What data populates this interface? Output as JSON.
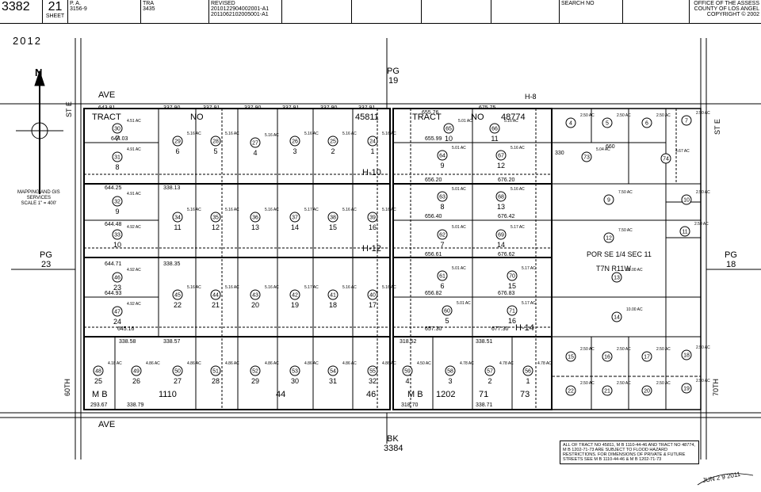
{
  "header": {
    "map_book": "3382",
    "sheet_no": "21",
    "sheet_label": "SHEET",
    "pa_label": "P. A.",
    "pa_value": "3156-9",
    "tra_label": "TRA",
    "tra_value": "3435",
    "revised_label": "REVISED",
    "revised_1": "20101229040020​01-A1",
    "revised_2": "20110621020050​01-A1",
    "search_label": "SEARCH NO",
    "office_1": "OFFICE OF THE ASSESS",
    "office_2": "COUNTY OF LOS ANGEL",
    "office_3": "COPYRIGHT © 2002"
  },
  "map": {
    "year_stamp": "2012",
    "mapping_1": "MAPPING AND GIS",
    "mapping_2": "SERVICES",
    "mapping_3": "SCALE 1\" = 400'",
    "north_arrow": "N",
    "pg_top": "PG",
    "pg_top_no": "19",
    "pg_left": "PG",
    "pg_left_no": "23",
    "pg_right": "PG",
    "pg_right_no": "18",
    "bk_label": "BK",
    "bk_no": "3384",
    "ave_top": "AVE",
    "ave_bottom": "AVE",
    "st_e_left": "ST E",
    "st_e_right": "ST E",
    "sixtieth": "60TH",
    "seventieth": "70TH",
    "tract_left": "TRACT",
    "no_left": "NO",
    "tract_left_no": "45811",
    "tract_right": "TRACT",
    "no_right": "NO",
    "tract_right_no": "48774",
    "h8": "H-8",
    "h10": "H-10",
    "h12": "H-12",
    "h14": "H-14",
    "mb_left": "M B",
    "mb_left_no": "1110",
    "mb_left_page": "44",
    "mb_left_page2": "46",
    "mb_right": "M B",
    "mb_right_no": "1202",
    "mb_right_page": "71",
    "mb_right_page2": "73",
    "sec_label": "POR SE 1/4 SEC 11",
    "township": "T7N R11W",
    "date_stamp": "JUN 2 9 2011",
    "notice": "ALL OF TRACT NO 45811, M B 1110-44-46 AND TRACT NO 48774, M B 1202-71-73 ARE SUBJECT TO FLOOD HAZARD RESTRICTIONS. FOR DIMENSIONS OF PRIVATE & FUTURE STREETS SEE M B 1110-44-46 & M B 1202-71-73",
    "left_parcels": [
      {
        "no": "30",
        "lot": "7",
        "ac": "4.51 AC"
      },
      {
        "no": "29",
        "lot": "6",
        "ac": "5.16 AC"
      },
      {
        "no": "28",
        "lot": "5",
        "ac": "5.16 AC"
      },
      {
        "no": "27",
        "lot": "4",
        "ac": "5.16 AC"
      },
      {
        "no": "26",
        "lot": "3",
        "ac": "5.16 AC"
      },
      {
        "no": "25",
        "lot": "2",
        "ac": "5.16 AC"
      },
      {
        "no": "24",
        "lot": "1",
        "ac": "5.16 AC"
      },
      {
        "no": "31",
        "lot": "8",
        "ac": "4.91 AC"
      },
      {
        "no": "32",
        "lot": "9",
        "ac": "4.91 AC"
      },
      {
        "no": "34",
        "lot": "11",
        "ac": "5.16 AC"
      },
      {
        "no": "35",
        "lot": "12",
        "ac": "5.16 AC"
      },
      {
        "no": "36",
        "lot": "13",
        "ac": "5.16 AC"
      },
      {
        "no": "37",
        "lot": "14",
        "ac": "5.17 AC"
      },
      {
        "no": "38",
        "lot": "15",
        "ac": "5.16 AC"
      },
      {
        "no": "39",
        "lot": "16",
        "ac": "5.16 AC"
      },
      {
        "no": "33",
        "lot": "10",
        "ac": "4.92 AC"
      },
      {
        "no": "46",
        "lot": "23",
        "ac": "4.92 AC"
      },
      {
        "no": "45",
        "lot": "22",
        "ac": "5.16 AC"
      },
      {
        "no": "44",
        "lot": "21",
        "ac": "5.16 AC"
      },
      {
        "no": "43",
        "lot": "20",
        "ac": "5.16 AC"
      },
      {
        "no": "42",
        "lot": "19",
        "ac": "5.17 AC"
      },
      {
        "no": "41",
        "lot": "18",
        "ac": "5.16 AC"
      },
      {
        "no": "40",
        "lot": "17",
        "ac": "5.16 AC"
      },
      {
        "no": "47",
        "lot": "24",
        "ac": "4.92 AC"
      },
      {
        "no": "48",
        "lot": "25",
        "ac": "4.18 AC"
      },
      {
        "no": "49",
        "lot": "26",
        "ac": "4.86 AC"
      },
      {
        "no": "50",
        "lot": "27",
        "ac": "4.86 AC"
      },
      {
        "no": "51",
        "lot": "28",
        "ac": "4.86 AC"
      },
      {
        "no": "52",
        "lot": "29",
        "ac": "4.86 AC"
      },
      {
        "no": "53",
        "lot": "30",
        "ac": "4.86 AC"
      },
      {
        "no": "54",
        "lot": "31",
        "ac": "4.86 AC"
      },
      {
        "no": "55",
        "lot": "32",
        "ac": "4.86 AC"
      }
    ],
    "right_parcels": [
      {
        "no": "65",
        "lot": "10",
        "ac": "5.01 AC"
      },
      {
        "no": "66",
        "lot": "11",
        "ac": "5.16 AC"
      },
      {
        "no": "64",
        "lot": "9",
        "ac": "5.01 AC"
      },
      {
        "no": "67",
        "lot": "12",
        "ac": "5.16 AC"
      },
      {
        "no": "63",
        "lot": "8",
        "ac": "5.01 AC"
      },
      {
        "no": "68",
        "lot": "13",
        "ac": "5.16 AC"
      },
      {
        "no": "62",
        "lot": "7",
        "ac": "5.01 AC"
      },
      {
        "no": "69",
        "lot": "14",
        "ac": "5.17 AC"
      },
      {
        "no": "61",
        "lot": "6",
        "ac": "5.01 AC"
      },
      {
        "no": "70",
        "lot": "15",
        "ac": "5.17 AC"
      },
      {
        "no": "60",
        "lot": "5",
        "ac": "5.01 AC"
      },
      {
        "no": "71",
        "lot": "16",
        "ac": "5.17 AC"
      },
      {
        "no": "59",
        "lot": "4",
        "ac": "4.50 AC"
      },
      {
        "no": "58",
        "lot": "3",
        "ac": "4.78 AC"
      },
      {
        "no": "57",
        "lot": "2",
        "ac": "4.78 AC"
      },
      {
        "no": "56",
        "lot": "1",
        "ac": "4.78 AC"
      }
    ],
    "acreage_parcels": [
      {
        "no": "4",
        "ac": "2.50 AC"
      },
      {
        "no": "5",
        "ac": "2.50 AC"
      },
      {
        "no": "6",
        "ac": "2.50 AC"
      },
      {
        "no": "7",
        "ac": "2.50 AC"
      },
      {
        "no": "73",
        "ac": "5.04 AC"
      },
      {
        "no": "74",
        "ac": "4.67 AC"
      },
      {
        "no": "9",
        "ac": "7.50 AC"
      },
      {
        "no": "10",
        "ac": "2.50 AC"
      },
      {
        "no": "12",
        "ac": "7.50 AC"
      },
      {
        "no": "11",
        "ac": "2.50 AC"
      },
      {
        "no": "13",
        "ac": "10.00 AC"
      },
      {
        "no": "14",
        "ac": "10.00 AC"
      },
      {
        "no": "15",
        "ac": "2.50 AC"
      },
      {
        "no": "16",
        "ac": "2.50 AC"
      },
      {
        "no": "17",
        "ac": "2.50 AC"
      },
      {
        "no": "18",
        "ac": "2.50 AC"
      },
      {
        "no": "22",
        "ac": "2.50 AC"
      },
      {
        "no": "21",
        "ac": "2.50 AC"
      },
      {
        "no": "20",
        "ac": "2.50 AC"
      },
      {
        "no": "19",
        "ac": "2.50 AC"
      }
    ],
    "dims": {
      "d1": "643.81",
      "d2": "337.90",
      "d3": "337.91",
      "d4": "337.90",
      "d5": "337.91",
      "d6": "337.90",
      "d7": "337.91",
      "d8": "644.03",
      "d9": "644.25",
      "d10": "338.13",
      "d11": "644.48",
      "d12": "644.71",
      "d13": "338.35",
      "d14": "644.93",
      "d15": "645.16",
      "d16": "338.57",
      "d17": "338.58",
      "d18": "338.79",
      "d19": "293.67",
      "d20": "675.75",
      "d21": "655.76",
      "d22": "655.99",
      "d23": "656.20",
      "d24": "676.20",
      "d25": "656.40",
      "d26": "676.42",
      "d27": "656.61",
      "d28": "676.62",
      "d29": "656.82",
      "d30": "676.83",
      "d31": "657.30",
      "d32": "677.30",
      "d33": "318.52",
      "d34": "338.51",
      "d35": "318.70",
      "d36": "338.71",
      "d37": "330",
      "d38": "660"
    }
  }
}
